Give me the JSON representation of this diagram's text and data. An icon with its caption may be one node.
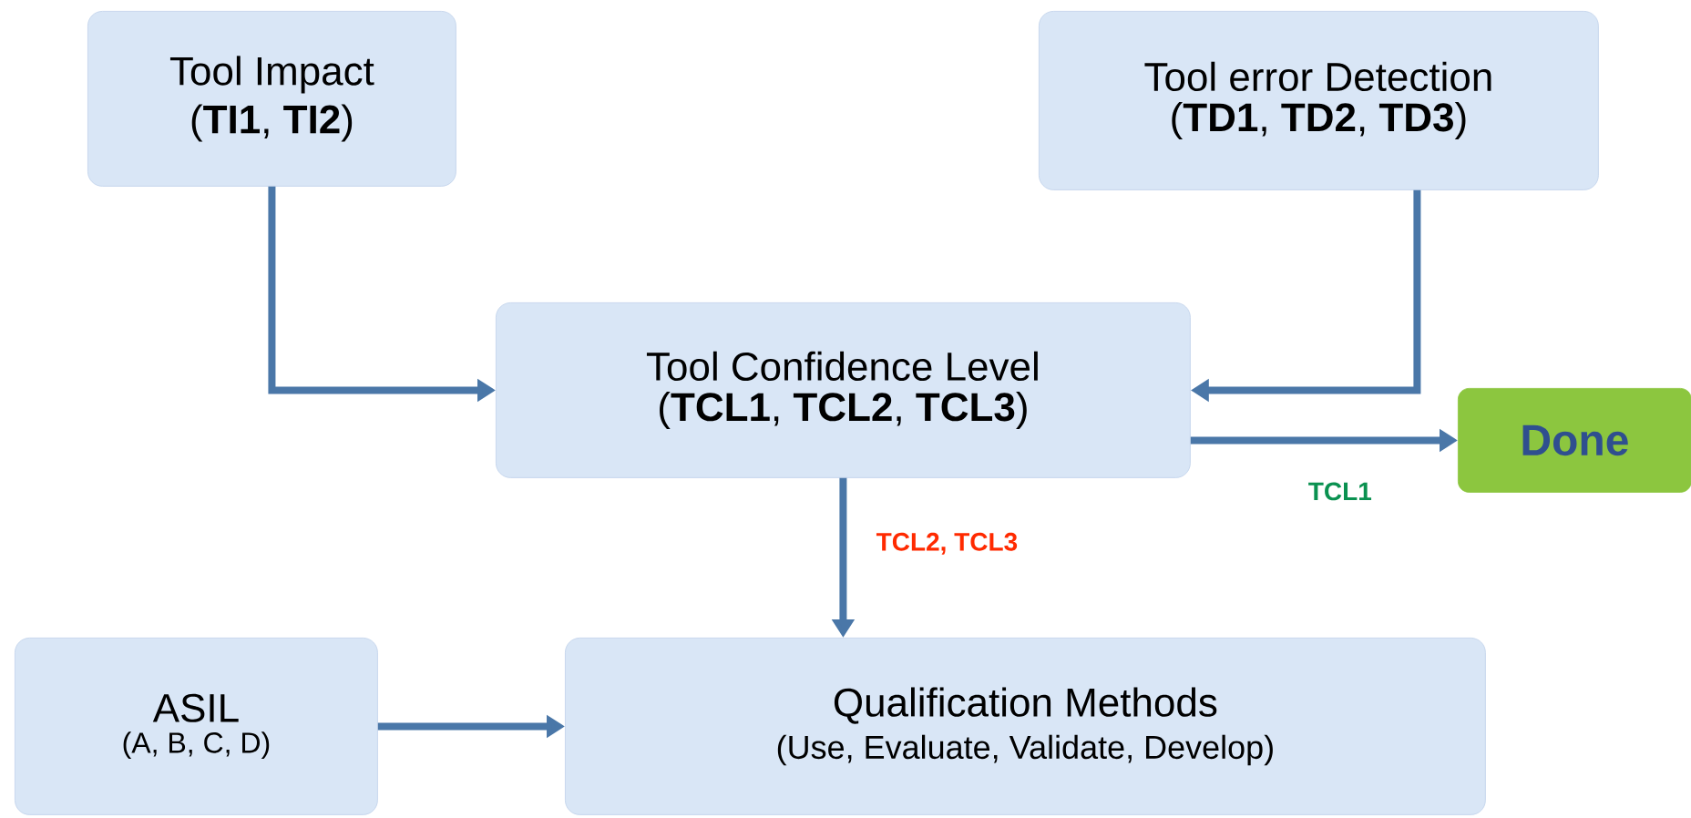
{
  "diagram": {
    "nodes": [
      {
        "text": [
          "Tool Impact",
          "(**TI1**, **TI2**)"
        ]
      },
      {
        "text": [
          "Tool error Detection",
          "(**TD1**, **TD2**, **TD3**)"
        ]
      },
      {
        "text": [
          "Tool Confidence Level",
          "(**TCL1**, **TCL2**, **TCL3**)"
        ]
      },
      {
        "text": [
          "Done"
        ]
      },
      {
        "text": [
          "ASIL",
          "(A, B, C, D)"
        ]
      },
      {
        "text": [
          "Qualification Methods",
          "(Use, Evaluate, Validate, Develop)"
        ]
      }
    ],
    "edges": [
      {
        "from": 0,
        "to": 2,
        "arrow": "to"
      },
      {
        "from": 1,
        "to": 2,
        "arrow": "to"
      },
      {
        "from": 2,
        "to": 3,
        "arrow": "to",
        "label": "TCL1"
      },
      {
        "from": 2,
        "to": 5,
        "arrow": "to",
        "label": "TCL2, TCL3"
      },
      {
        "from": 4,
        "to": 5,
        "arrow": "to"
      }
    ]
  }
}
